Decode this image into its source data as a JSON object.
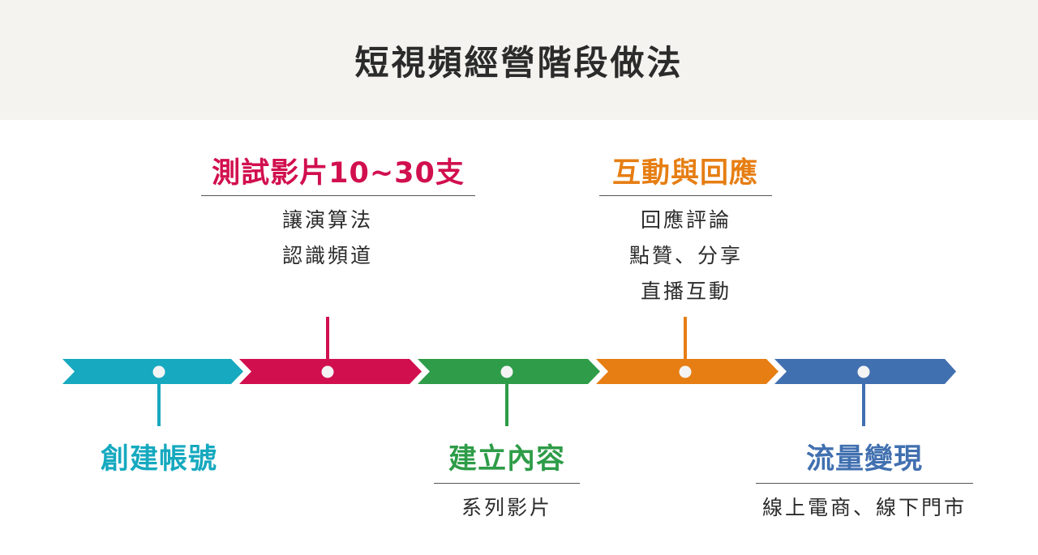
{
  "title": "短視頻經營階段做法",
  "stages": [
    {
      "label": "創建帳號",
      "color": "#16a9bf",
      "details": []
    },
    {
      "label": "測試影片10~30支",
      "color": "#d10f4f",
      "details": [
        "讓演算法",
        "認識頻道"
      ]
    },
    {
      "label": "建立內容",
      "color": "#2e9c48",
      "details": [
        "系列影片"
      ]
    },
    {
      "label": "互動與回應",
      "color": "#e67e13",
      "details": [
        "回應評論",
        "點贊、分享",
        "直播互動"
      ]
    },
    {
      "label": "流量變現",
      "color": "#4170b0",
      "details": [
        "線上電商、線下門市"
      ]
    }
  ]
}
